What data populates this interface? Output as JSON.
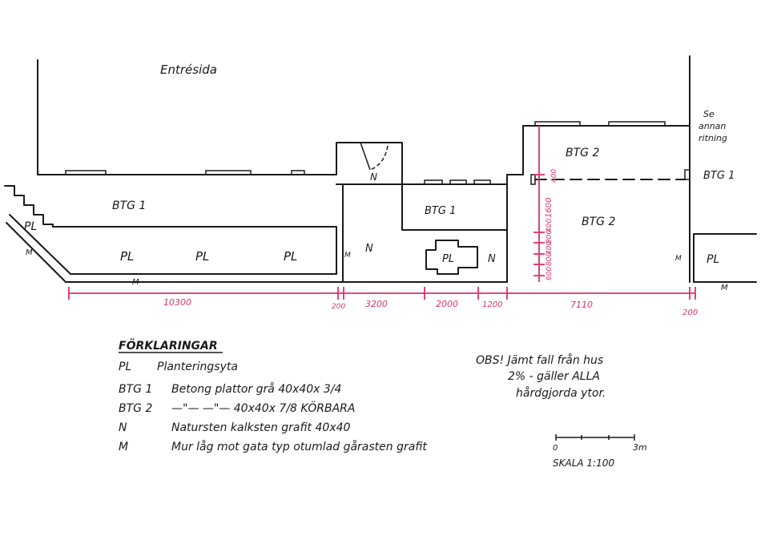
{
  "title": "Entrésida",
  "side_note": [
    "Se",
    "annan",
    "ritning"
  ],
  "areas": {
    "btg1_left": "BTG 1",
    "btg1_mid": "BTG 1",
    "btg1_right": "BTG 1",
    "btg2_top": "BTG 2",
    "btg2_main": "BTG 2",
    "pl_stairs": "PL",
    "pl_1": "PL",
    "pl_2": "PL",
    "pl_3": "PL",
    "pl_box": "PL",
    "pl_right": "PL",
    "n_door": "N",
    "n_mid": "N",
    "n_right": "N",
    "m_diag": "M",
    "m_bottom": "M",
    "m_mid": "M",
    "m_right1": "M",
    "m_right2": "M"
  },
  "dimensions": {
    "horizontal": [
      "10300",
      "200",
      "3200",
      "2000",
      "1200",
      "7110",
      "200"
    ],
    "vertical": [
      "600",
      "800",
      "400",
      "800",
      "400",
      "1600",
      "400"
    ]
  },
  "legend": {
    "heading": "FÖRKLARINGAR",
    "rows": [
      {
        "code": "PL",
        "text": "Planteringsyta"
      },
      {
        "code": "BTG 1",
        "text": "Betong plattor grå 40x40x 3/4"
      },
      {
        "code": "BTG 2",
        "text": "—\"— —\"— 40x40x 7/8 KÖRBARA"
      },
      {
        "code": "N",
        "text": "Natursten kalksten grafit 40x40"
      },
      {
        "code": "M",
        "text": "Mur låg mot gata typ otumlad gårasten grafit"
      }
    ]
  },
  "note": {
    "line1": "OBS! Jämt fall från hus",
    "line2": "2% - gäller ALLA",
    "line3": "hårdgjorda ytor."
  },
  "scale": {
    "zero": "0",
    "end": "3m",
    "label": "SKALA 1:100"
  }
}
